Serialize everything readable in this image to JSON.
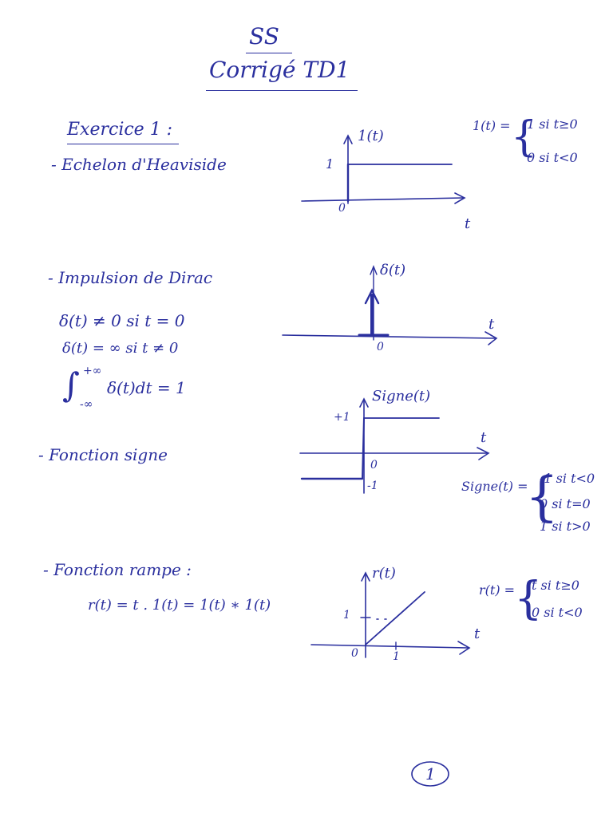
{
  "header": {
    "course": "SS",
    "title": "Corrigé TD1"
  },
  "exercise": {
    "heading": "Exercice 1 :"
  },
  "heaviside": {
    "label": "- Echelon d'Heaviside",
    "graph_func": "1(t)",
    "graph_one": "1",
    "graph_zero": "0",
    "graph_t": "t",
    "def_lhs": "1(t) =",
    "def_case1": "1  si t≥0",
    "def_case2": "0  si t<0"
  },
  "dirac": {
    "label": "- Impulsion de Dirac",
    "prop1": "δ(t) ≠ 0  si t = 0",
    "prop2": "δ(t) = ∞  si t ≠ 0",
    "integral_upper": "+∞",
    "integral_lower": "-∞",
    "integral_body": "δ(t)dt = 1",
    "graph_func": "δ(t)",
    "graph_zero": "0",
    "graph_t": "t"
  },
  "signe": {
    "label": "- Fonction signe",
    "graph_func": "Signe(t)",
    "graph_plus_one": "+1",
    "graph_minus_one": "-1",
    "graph_zero": "0",
    "graph_t": "t",
    "def_lhs": "Signe(t) =",
    "def_case1": "-1  si t<0",
    "def_case2": "0  si t=0",
    "def_case3": "1  si t>0"
  },
  "rampe": {
    "label": "- Fonction rampe :",
    "formula": "r(t) = t . 1(t) = 1(t) ∗ 1(t)",
    "graph_func": "r(t)",
    "graph_one_y": "1",
    "graph_one_x": "1",
    "graph_zero": "0",
    "graph_t": "t",
    "def_lhs": "r(t) =",
    "def_case1": "t  si t≥0",
    "def_case2": "0  si t<0"
  },
  "footer": {
    "page_number": "1"
  }
}
